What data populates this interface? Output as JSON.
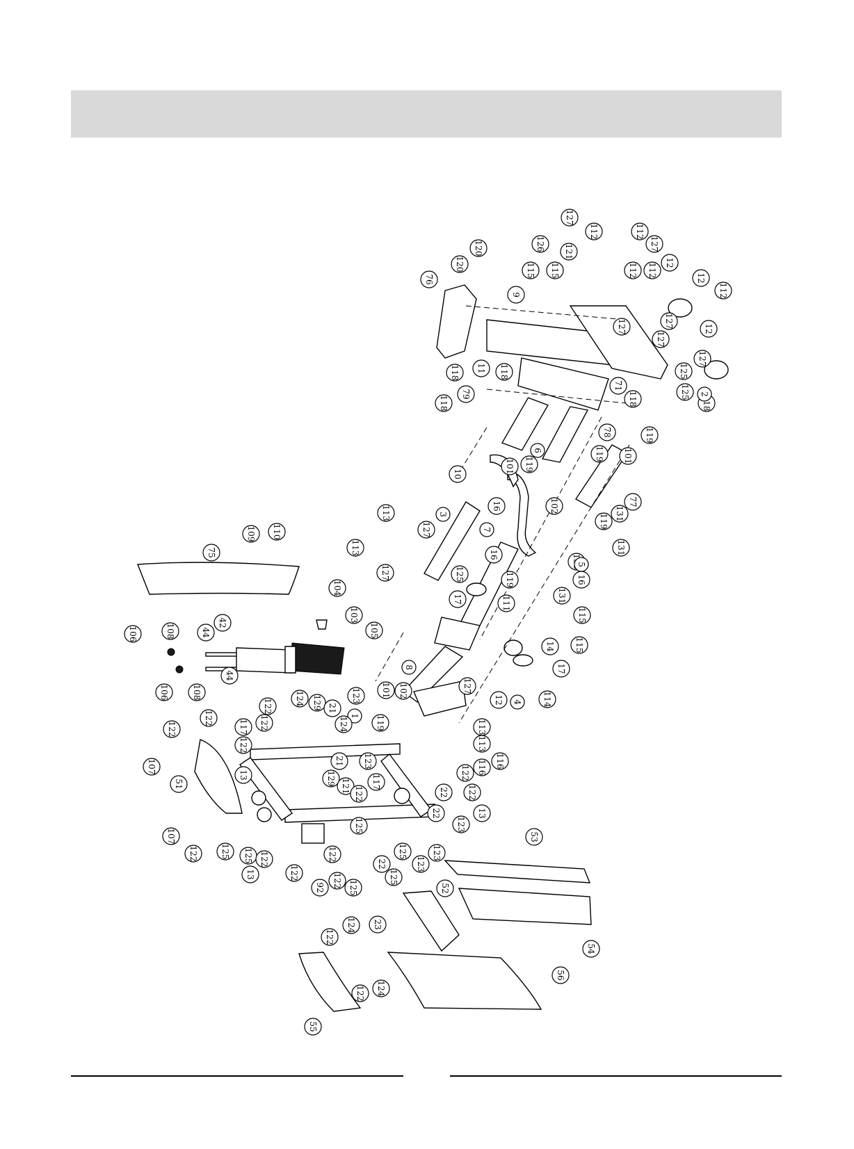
{
  "labels": {
    "L1": "127",
    "L2": "112",
    "L3": "112",
    "L4": "126",
    "L5": "121",
    "L6": "127",
    "L7": "120",
    "L8": "120",
    "L9": "76",
    "L10": "115",
    "L11": "115",
    "L12": "9",
    "L13": "112",
    "L14": "112",
    "L15": "12",
    "L16": "12",
    "L17": "112",
    "L18": "127",
    "L19": "127",
    "L20": "127",
    "L21": "12",
    "L22": "127",
    "L23": "11",
    "L24": "118",
    "L25": "118",
    "L26": "79",
    "L27": "118",
    "L28": "71",
    "L29": "118",
    "L30": "125",
    "L31": "125",
    "L32": "118",
    "L33": "2",
    "L34": "119",
    "L35": "78",
    "L36": "6",
    "L37": "119",
    "L38": "101",
    "L39": "101",
    "L40": "10",
    "L41": "119",
    "L42": "77",
    "L43": "102",
    "L44": "131",
    "L45": "16",
    "L46": "113",
    "L47": "127",
    "L48": "3",
    "L49": "7",
    "L50": "119",
    "L51": "113",
    "L52": "131",
    "L53": "127",
    "L54": "130",
    "L55": "5",
    "L56": "16",
    "L57": "16",
    "L58": "119",
    "L59": "125",
    "L60": "131",
    "L61": "111",
    "L62": "17",
    "L63": "115",
    "L64": "115",
    "L65": "75",
    "L66": "109",
    "L67": "110",
    "L68": "104",
    "L69": "14",
    "L70": "103",
    "L71": "106",
    "L72": "108",
    "L73": "44",
    "L74": "42",
    "L75": "17",
    "L76": "105",
    "L77": "114",
    "L78": "8",
    "L79": "106",
    "L80": "108",
    "L81": "44",
    "L82": "4",
    "L83": "101",
    "L84": "102",
    "L85": "127",
    "L86": "12",
    "L87": "123",
    "L88": "122",
    "L89": "124",
    "L90": "129",
    "L91": "21",
    "L92": "1",
    "L93": "113",
    "L94": "113",
    "L95": "122",
    "L96": "117",
    "L97": "122",
    "L98": "119",
    "L99": "124",
    "L100": "21",
    "L101": "116",
    "L102": "116",
    "L103": "122",
    "L104": "122",
    "L105": "107",
    "L106": "51",
    "L107": "13",
    "L108": "129",
    "L109": "123",
    "L110": "122",
    "L111": "117",
    "L112": "122",
    "L113": "121",
    "L114": "13",
    "L115": "122",
    "L116": "22",
    "L117": "123",
    "L118": "22",
    "L119": "107",
    "L120": "122",
    "L121": "125",
    "L122": "13",
    "L123": "125",
    "L124": "122",
    "L125": "122",
    "L126": "92",
    "L127": "122",
    "L128": "122",
    "L129": "125",
    "L130": "22",
    "L131": "125",
    "L132": "125",
    "L133": "123",
    "L134": "123",
    "L135": "125",
    "L136": "53",
    "L137": "52",
    "L138": "54",
    "L139": "122",
    "L140": "124",
    "L141": "23",
    "L142": "124",
    "L143": "122",
    "L144": "56",
    "L145": "55"
  }
}
